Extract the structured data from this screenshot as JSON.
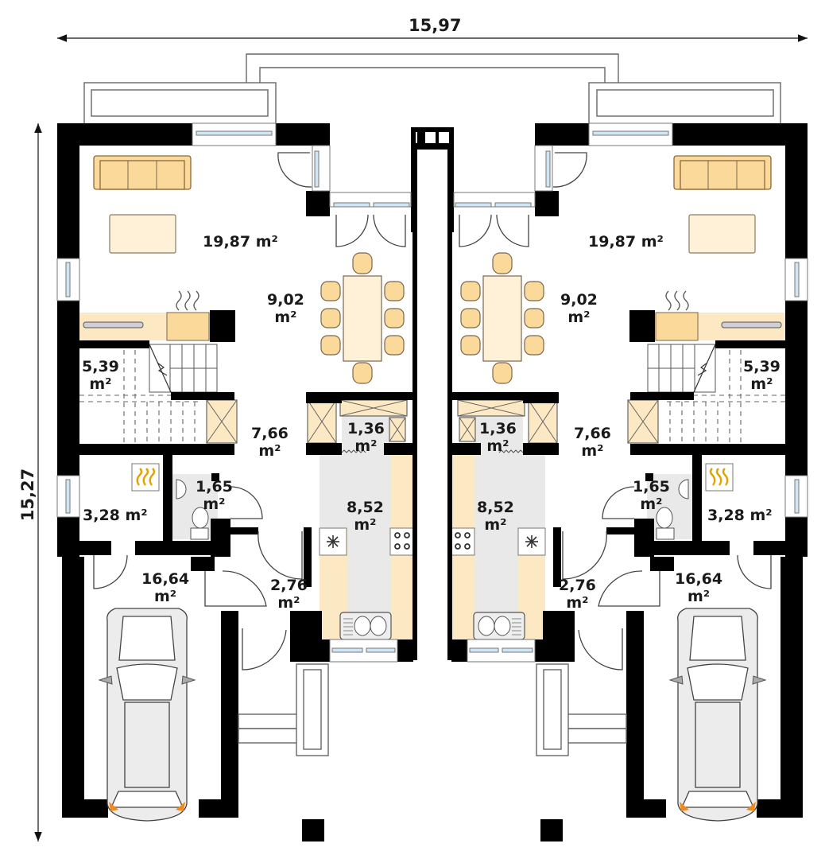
{
  "plan": {
    "title": "Semi-detached house ground floor plan",
    "colors": {
      "wall": "#000000",
      "furniture": "#fbd99a",
      "cabinet": "#fde8c4",
      "wet_floor": "#e9e9ea",
      "glass": "#cfe6f5",
      "car_lights": "#f08a1c"
    }
  },
  "dimensions": {
    "width": "15,97",
    "depth": "15,27"
  },
  "units": [
    {
      "side": "left",
      "rooms": {
        "living": {
          "value": "19,87",
          "unit": "m²"
        },
        "dining": {
          "value": "9,02",
          "unit": "m²"
        },
        "stairs": {
          "value": "5,39",
          "unit": "m²"
        },
        "hall": {
          "value": "7,66",
          "unit": "m²"
        },
        "pantry": {
          "value": "1,36",
          "unit": "m²"
        },
        "kitchen": {
          "value": "8,52",
          "unit": "m²"
        },
        "wc": {
          "value": "1,65",
          "unit": "m²"
        },
        "boiler": {
          "value": "3,28 m²"
        },
        "vestibule": {
          "value": "2,76",
          "unit": "m²"
        },
        "garage": {
          "value": "16,64",
          "unit": "m²"
        }
      }
    },
    {
      "side": "right",
      "rooms": {
        "living": {
          "value": "19,87",
          "unit": "m²"
        },
        "dining": {
          "value": "9,02",
          "unit": "m²"
        },
        "stairs": {
          "value": "5,39",
          "unit": "m²"
        },
        "hall": {
          "value": "7,66",
          "unit": "m²"
        },
        "pantry": {
          "value": "1,36",
          "unit": "m²"
        },
        "kitchen": {
          "value": "8,52",
          "unit": "m²"
        },
        "wc": {
          "value": "1,65",
          "unit": "m²"
        },
        "boiler": {
          "value": "3,28 m²"
        },
        "vestibule": {
          "value": "2,76",
          "unit": "m²"
        },
        "garage": {
          "value": "16,64",
          "unit": "m²"
        }
      }
    }
  ],
  "icons": [
    "sofa-icon",
    "coffee-table-icon",
    "dining-table-icon",
    "fireplace-icon",
    "boiler-icon",
    "toilet-icon",
    "sink-icon",
    "cooktop-icon",
    "fridge-icon",
    "kitchen-sink-icon",
    "car-icon",
    "chimney-icon",
    "staircase-icon"
  ]
}
